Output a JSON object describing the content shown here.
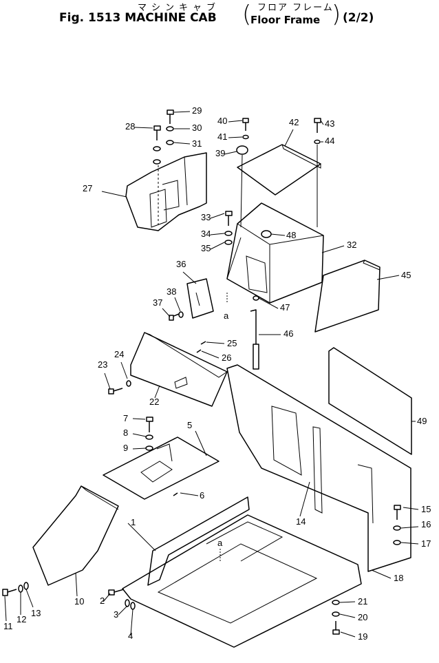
{
  "header": {
    "japanese": "マシンキャブ",
    "title": "Fig. 1513 MACHINE CAB",
    "jp_sub": "フロア フレーム",
    "subtitle": "Floor Frame",
    "page": "(2/2)"
  },
  "section_mark": "a",
  "parts": [
    "1",
    "2",
    "3",
    "4",
    "5",
    "6",
    "7",
    "8",
    "9",
    "10",
    "11",
    "12",
    "13",
    "14",
    "15",
    "16",
    "17",
    "18",
    "19",
    "20",
    "21",
    "22",
    "23",
    "24",
    "25",
    "26",
    "27",
    "28",
    "29",
    "30",
    "31",
    "32",
    "33",
    "34",
    "35",
    "36",
    "37",
    "38",
    "39",
    "40",
    "41",
    "42",
    "43",
    "44",
    "45",
    "46",
    "47",
    "48",
    "49"
  ]
}
